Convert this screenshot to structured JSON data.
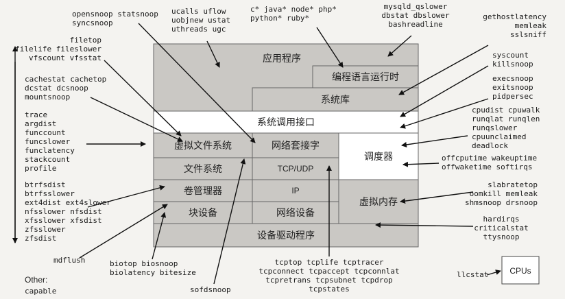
{
  "layers": {
    "app": "应用程序",
    "runtime": "编程语言运行时",
    "syslib": "系统库",
    "syscall": "系统调用接口",
    "vfs": "虚拟文件系统",
    "socket": "网络套接字",
    "scheduler": "调度器",
    "fs": "文件系统",
    "tcpudp": "TCP/UDP",
    "volmgr": "卷管理器",
    "ip": "IP",
    "vmem": "虚拟内存",
    "blockdev": "块设备",
    "netdev": "网络设备",
    "driver": "设备驱动程序",
    "cpus": "CPUs"
  },
  "tools": {
    "opensnoop": [
      "opensnoop statsnoop",
      "syncsnoop"
    ],
    "ucalls": [
      "ucalls uflow",
      "uobjnew ustat",
      "uthreads ugc"
    ],
    "langs": [
      "c* java* node* php*",
      "python* ruby*"
    ],
    "mysqld": [
      "mysqld_qslower",
      "dbstat dbslower",
      "bashreadline"
    ],
    "gethost": [
      "gethostlatency",
      "memleak",
      "sslsniff"
    ],
    "filetop": [
      "filetop",
      "filelife fileslower",
      "vfscount vfsstat"
    ],
    "syscount": [
      "syscount",
      "killsnoop"
    ],
    "cachestat": [
      "cachestat cachetop",
      "dcstat dcsnoop",
      "mountsnoop"
    ],
    "execsnoop": [
      "execsnoop",
      "exitsnoop",
      "pidpersec"
    ],
    "trace": [
      "trace",
      "argdist",
      "funccount",
      "funcslower",
      "funclatency",
      "stackcount",
      "profile"
    ],
    "cpudist": [
      "cpudist cpuwalk",
      "runqlat runqlen",
      "runqslower",
      "cpuunclaimed",
      "deadlock"
    ],
    "offcpu": [
      "offcputime wakeuptime",
      "offwaketime softirqs"
    ],
    "btrfs": [
      "btrfsdist",
      "btrfsslower",
      "ext4dist ext4slower",
      "nfsslower nfsdist",
      "xfsslower xfsdist",
      "zfsslower",
      "zfsdist"
    ],
    "slab": [
      "slabratetop",
      "oomkill memleak",
      "shmsnoop drsnoop"
    ],
    "hardirqs": [
      "hardirqs",
      "criticalstat",
      "ttysnoop"
    ],
    "mdflush": [
      "mdflush"
    ],
    "biotop": [
      "biotop biosnoop",
      "biolatency bitesize"
    ],
    "sofdsnoop": [
      "sofdsnoop"
    ],
    "tcp": [
      "tcptop tcplife tcptracer",
      "tcpconnect tcpaccept tcpconnlat",
      "tcpretrans tcpsubnet tcpdrop",
      "tcpstates"
    ],
    "llcstat": [
      "llcstat"
    ],
    "other_label": "Other:",
    "other": [
      "capable"
    ]
  },
  "colors": {
    "box_fill": "#c9c7c3",
    "box_white": "#ffffff",
    "stroke": "#555555",
    "arrow": "#111111"
  }
}
